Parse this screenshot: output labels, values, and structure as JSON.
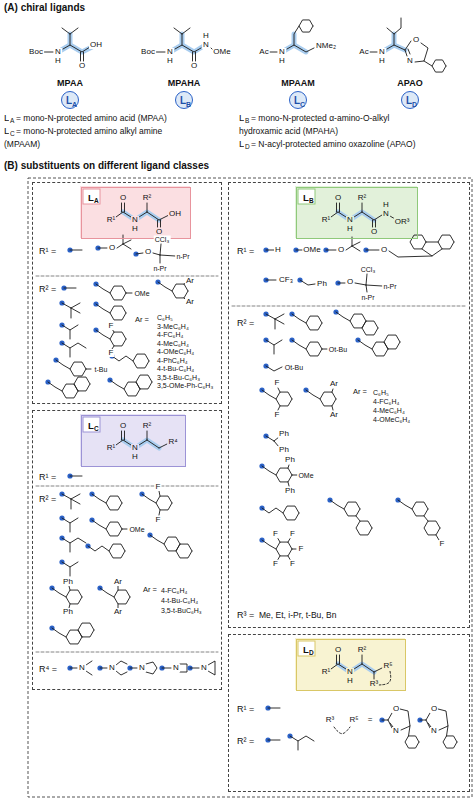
{
  "diagram": {
    "nodes": [
      {
        "text": [
          "L",
          "A"
        ]
      },
      {
        "text": [
          "L",
          "B"
        ]
      },
      {
        "text": [
          "L",
          "C"
        ]
      },
      {
        "text": [
          "L",
          "D"
        ]
      },
      {
        "text": [
          "R¹ =",
          "R² ="
        ]
      },
      {
        "text": [
          "L",
          "A"
        ],
        "in": 4
      },
      {
        "text": [
          "R¹ =",
          "R² =",
          "R³ =",
          "Me, Et, i-Pr, t-Bu, Bn"
        ]
      },
      {
        "text": [
          "L",
          "B"
        ],
        "in": 6
      },
      {
        "text": [
          "R¹ =",
          "R² =",
          "R⁴ ="
        ]
      },
      {
        "text": [
          "L",
          "C"
        ],
        "in": 8
      },
      {
        "text": [
          "R¹ =",
          "R² ="
        ]
      },
      {
        "text": [
          "L",
          "D"
        ],
        "in": 10
      }
    ],
    "labels": [
      "(A) chiral ligands",
      "Boc",
      "N",
      "H",
      "O",
      "OH",
      "MPAA",
      "Boc",
      "N",
      "H",
      "O",
      "N",
      "H",
      "OMe",
      "MPAHA",
      "Ac",
      "N",
      "H",
      "NMe₂",
      "MPAAM",
      "Ac",
      "N",
      "H",
      "N",
      "O",
      "APAO",
      "L",
      "A",
      "= mono-N-protected amino acid (MPAA)",
      "L",
      "B",
      "= mono-N-protected α-amino-O-alkyl",
      "L",
      "C",
      "= mono-N-protected amino alkyl amine",
      "hydroxamic acid (MPAHA)",
      "(MPAAM)",
      "L",
      "D",
      "= N-acyl-protected amino oxazoline (APAO)",
      "(B) substituents on different ligand classes",
      "O",
      "R¹",
      "N",
      "H",
      "R²",
      "O",
      "OH",
      "O",
      "CCl₃",
      "O",
      "n-Pr",
      "n-Pr",
      "OMe",
      "Ar",
      "Ar",
      "Ar =",
      "C₆H₅",
      "3-MeC₆H₄",
      "4-FC₆H₄",
      "4-MeC₆H₄",
      "4-OMeC₆H₄",
      "4-PhC₆H₄",
      "4-t-Bu-C₆H₄",
      "3,5-t-Bu-C₆H₃",
      "3,5-OMe-Ph-C₆H₃",
      "F",
      "F",
      "t-Bu",
      "O",
      "R¹",
      "N",
      "H",
      "R²",
      "O",
      "N",
      "H",
      "OR³",
      "H",
      "OMe",
      "O",
      "O",
      "CF₃",
      "Ph",
      "CCl₃",
      "O",
      "n-Pr",
      "n-Pr",
      "Ot-Bu",
      "Ot-Bu",
      "F",
      "F",
      "Ar",
      "Ar",
      "Ar =",
      "C₆H₅",
      "4-FC₆H₄",
      "4-MeC₆H₄",
      "4-OMeC₆H₄",
      "Ph",
      "Ph",
      "Ph",
      "OMe",
      "Ph",
      "F",
      "F",
      "F",
      "F",
      "F",
      "F",
      "O",
      "R¹",
      "N",
      "H",
      "R²",
      "R⁴",
      "F",
      "F",
      "OMe",
      "Ph",
      "Ph",
      "Ar",
      "Ar",
      "Ar =",
      "4-FC₆H₄",
      "4-t-Bu-C₆H₄",
      "3,5-t-BuC₆H₃",
      "N",
      "N",
      "N",
      "N",
      "N",
      "O",
      "R¹",
      "N",
      "H",
      "R²",
      "R³",
      "R⁵",
      "R³",
      "R⁵",
      "=",
      "O",
      "N",
      "O",
      "N"
    ]
  }
}
